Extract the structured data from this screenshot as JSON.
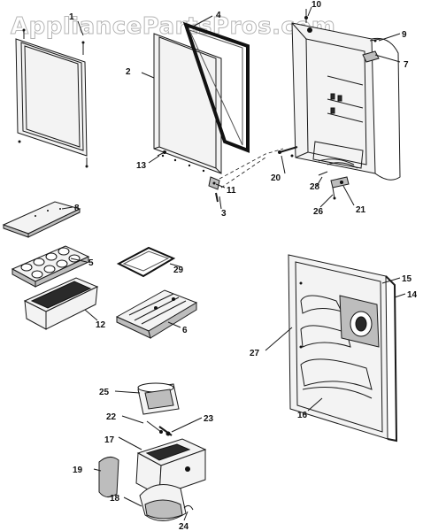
{
  "watermark": "AppliancePartsPros.com",
  "part_labels": [
    "1",
    "2",
    "3",
    "4",
    "5",
    "6",
    "7",
    "8",
    "9",
    "10",
    "11",
    "12",
    "13",
    "14",
    "15",
    "16",
    "17",
    "18",
    "19",
    "20",
    "21",
    "22",
    "23",
    "24",
    "25",
    "26",
    "27",
    "28",
    "29"
  ]
}
